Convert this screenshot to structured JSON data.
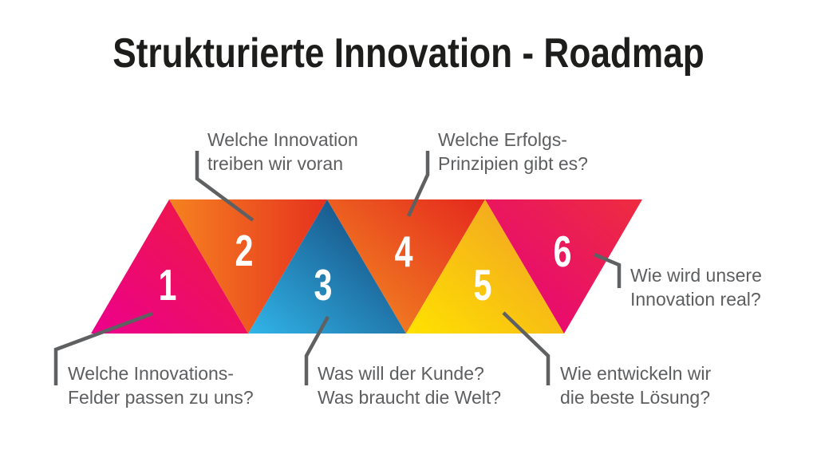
{
  "title": "Strukturierte Innovation - Roadmap",
  "colors": {
    "background": "#ffffff",
    "title_text": "#1d1d1b",
    "label_text": "#5d5e60",
    "connector": "#5f6062",
    "number_text": "#ffffff"
  },
  "steps": [
    {
      "number": "1",
      "question_line1": "Welche Innovations-",
      "question_line2": "Felder passen zu uns?",
      "color_from": "#ec008c",
      "color_to": "#ee1c3c"
    },
    {
      "number": "2",
      "question_line1": "Welche Innovation",
      "question_line2": "treiben wir voran",
      "color_from": "#f58220",
      "color_to": "#e6311f"
    },
    {
      "number": "3",
      "question_line1": "Was will der Kunde?",
      "question_line2": "Was braucht die Welt?",
      "color_from": "#31b5e9",
      "color_to": "#123d70"
    },
    {
      "number": "4",
      "question_line1": "Welche Erfolgs-",
      "question_line2": "Prinzipien gibt es?",
      "color_from": "#f39222",
      "color_to": "#e5281e"
    },
    {
      "number": "5",
      "question_line1": "Wie entwickeln wir",
      "question_line2": "die beste Lösung?",
      "color_from": "#ffe200",
      "color_to": "#f09a28"
    },
    {
      "number": "6",
      "question_line1": "Wie wird unsere",
      "question_line2": "Innovation real?",
      "color_from": "#e5007e",
      "color_to": "#ee2d3f"
    }
  ]
}
